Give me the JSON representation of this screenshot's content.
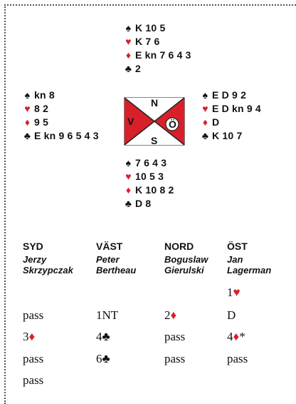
{
  "colors": {
    "red": "#d8202a",
    "black": "#111111",
    "frame": "#555555"
  },
  "hands": {
    "north": {
      "spades": "K 10 5",
      "hearts": "K 7 6",
      "diamonds": "E kn 7 6 4 3",
      "clubs": "2"
    },
    "west": {
      "spades": "kn 8",
      "hearts": "8 2",
      "diamonds": "9 5",
      "clubs": "E kn 9 6 5 4 3"
    },
    "east": {
      "spades": "E D 9 2",
      "hearts": "E D kn 9 4",
      "diamonds": "D",
      "clubs": "K 10 7"
    },
    "south": {
      "spades": "7 6 4 3",
      "hearts": "10 5 3",
      "diamonds": "K 10 8 2",
      "clubs": "D 8"
    }
  },
  "suits": {
    "spade": "♠",
    "heart": "♥",
    "diamond": "♦",
    "club": "♣"
  },
  "compass": {
    "north": "N",
    "south": "S",
    "west": "V",
    "east": "Ö"
  },
  "bidding": {
    "headers": [
      "SYD",
      "VÄST",
      "NORD",
      "ÖST"
    ],
    "players": [
      [
        "Jerzy",
        "Skrzypczak"
      ],
      [
        "Peter",
        "Bertheau"
      ],
      [
        "Boguslaw",
        "Gierulski"
      ],
      [
        "Jan",
        "Lagerman"
      ]
    ],
    "rows": [
      [
        "",
        "",
        "",
        "1♥"
      ],
      [
        "pass",
        "1NT",
        "2♦",
        "D"
      ],
      [
        "3♦",
        "4♣",
        "pass",
        "4♦*"
      ],
      [
        "pass",
        "6♣",
        "pass",
        "pass"
      ],
      [
        "pass",
        "",
        "",
        ""
      ]
    ]
  }
}
